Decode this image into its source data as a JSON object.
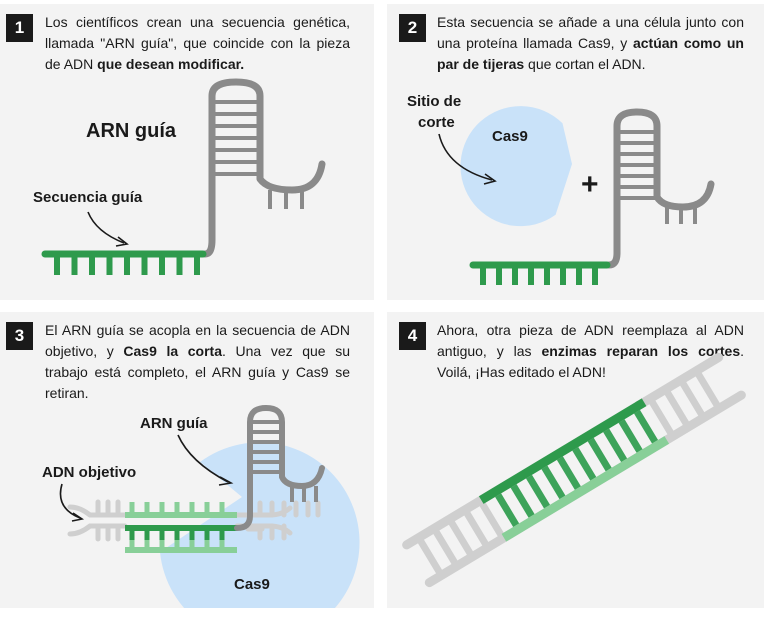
{
  "panels": [
    {
      "number": "1",
      "text_parts": [
        "Los científicos crean una secuencia genética, llamada \"ARN guía\", que coincide con la pieza de ADN ",
        "que desean modificar."
      ],
      "labels": {
        "title": "ARN guía",
        "guide": "Secuencia guía"
      }
    },
    {
      "number": "2",
      "text_parts": [
        "Esta secuencia se añade a una célula junto con una proteína llamada Cas9, y ",
        "actúan como un par de tijeras",
        " que cortan el ADN."
      ],
      "labels": {
        "cut_site_1": "Sitio de",
        "cut_site_2": "corte",
        "protein": "Cas9",
        "plus": "+"
      }
    },
    {
      "number": "3",
      "text_parts": [
        "El ARN guía se acopla en la secuencia de ADN objetivo, y ",
        "Cas9 la corta",
        ". Una vez que su trabajo está completo, el ARN guía y Cas9 se retiran."
      ],
      "labels": {
        "guide_rna": "ARN guía",
        "target_dna": "ADN objetivo",
        "protein": "Cas9"
      }
    },
    {
      "number": "4",
      "text_parts": [
        "Ahora, otra pieza de ADN reemplaza al ADN antiguo, y las ",
        "enzimas reparan los cortes",
        ". Voilá, ¡Has editado el ADN!"
      ]
    }
  ],
  "colors": {
    "panel_bg": "#f3f3f3",
    "rna_gray": "#8a8a8a",
    "dna_light_gray": "#cfcfcf",
    "guide_green": "#2e9a4c",
    "light_green": "#88cf98",
    "cas9_blue": "#c9e2f9",
    "number_box": "#1a1a1a"
  }
}
